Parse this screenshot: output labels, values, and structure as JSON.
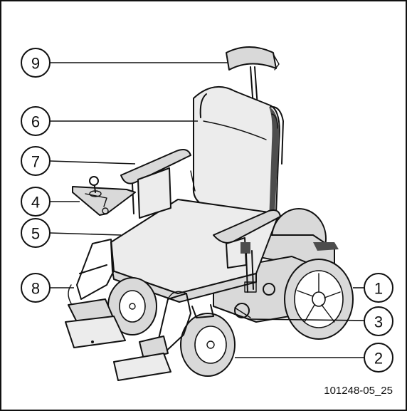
{
  "figure": {
    "reference_code": "101248-05_25"
  },
  "callouts": [
    {
      "number": "1"
    },
    {
      "number": "2"
    },
    {
      "number": "3"
    },
    {
      "number": "4"
    },
    {
      "number": "5"
    },
    {
      "number": "6"
    },
    {
      "number": "7"
    },
    {
      "number": "8"
    },
    {
      "number": "9"
    }
  ],
  "colors": {
    "line": "#111111",
    "panel": "#d9d9d9",
    "background": "#ffffff"
  }
}
